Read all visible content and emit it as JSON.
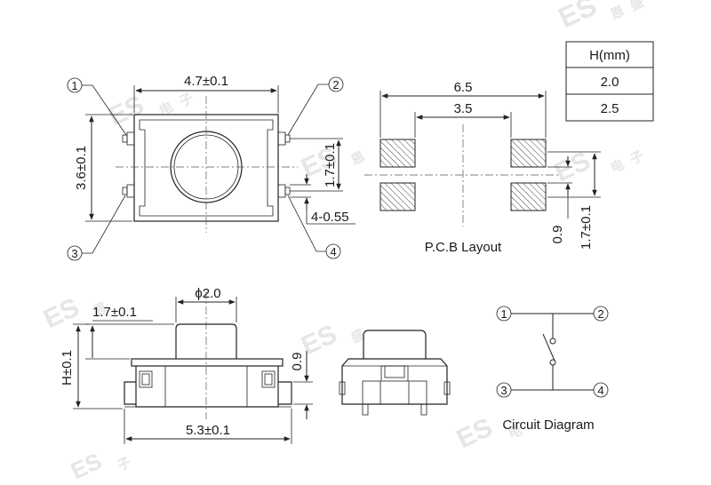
{
  "watermark": {
    "brand": "ES",
    "chars": [
      "恩",
      "盛",
      "电",
      "子"
    ]
  },
  "top_view": {
    "dim_width": "4.7±0.1",
    "dim_height": "3.6±0.1",
    "dim_pitch": "1.7±0.1",
    "dim_lead": "4-0.55",
    "pins": [
      "1",
      "2",
      "3",
      "4"
    ]
  },
  "pcb_layout": {
    "title": "P.C.B Layout",
    "dim_outer": "6.5",
    "dim_inner": "3.5",
    "dim_pad": "0.9",
    "dim_pitch": "1.7±0.1"
  },
  "height_table": {
    "header": "H(mm)",
    "rows": [
      "2.0",
      "2.5"
    ]
  },
  "side_view": {
    "dim_actuator": "ϕ2.0",
    "dim_offset": "1.7±0.1",
    "dim_height": "H±0.1",
    "dim_base": "0.9",
    "dim_length": "5.3±0.1"
  },
  "circuit": {
    "title": "Circuit Diagram",
    "pins": [
      "1",
      "2",
      "3",
      "4"
    ]
  }
}
